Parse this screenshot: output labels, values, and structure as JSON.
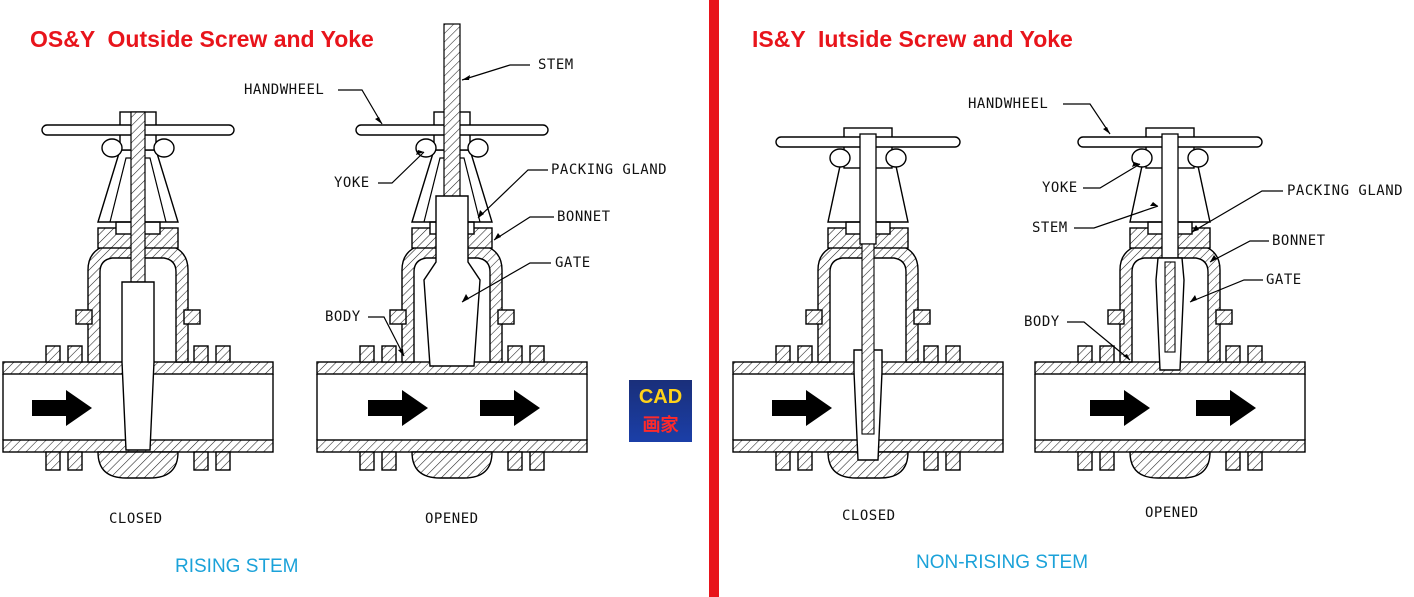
{
  "left": {
    "title": "OS&Y  Outside Screw and Yoke",
    "caption": "RISING STEM",
    "labels": {
      "handwheel": "HANDWHEEL",
      "stem": "STEM",
      "yoke": "YOKE",
      "packing_gland": "PACKING GLAND",
      "bonnet": "BONNET",
      "gate": "GATE",
      "body": "BODY",
      "closed": "CLOSED",
      "opened": "OPENED"
    }
  },
  "right": {
    "title": "IS&Y  Iutside Screw and Yoke",
    "caption": "NON-RISING STEM",
    "labels": {
      "handwheel": "HANDWHEEL",
      "yoke": "YOKE",
      "stem": "STEM",
      "packing_gland": "PACKING GLAND",
      "bonnet": "BONNET",
      "gate": "GATE",
      "body": "BODY",
      "closed": "CLOSED",
      "opened": "OPENED"
    }
  },
  "badge": {
    "line1": "CAD",
    "line2": "画家"
  },
  "colors": {
    "title": "#e8141b",
    "caption": "#1ba2d9",
    "divider": "#e8141b"
  }
}
